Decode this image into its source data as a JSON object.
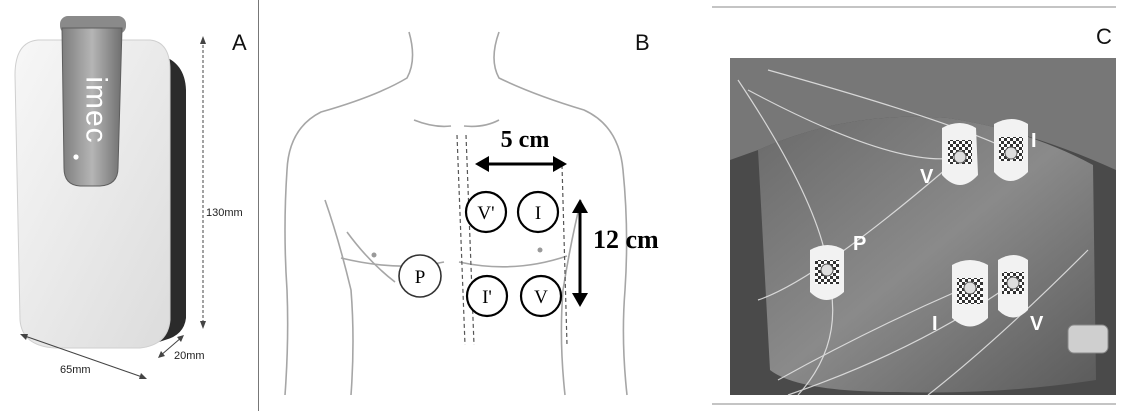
{
  "panel_a": {
    "label": "A",
    "brand": "imec",
    "height_label": "130mm",
    "width_label": "65mm",
    "depth_label": "20mm"
  },
  "panel_b": {
    "label": "B",
    "horizontal_distance": "5 cm",
    "vertical_distance": "12 cm",
    "electrodes": {
      "p": "P",
      "v_prime": "V'",
      "i_top": "I",
      "i_prime": "I'",
      "v_bottom": "V"
    }
  },
  "panel_c": {
    "label": "C",
    "markers": {
      "v_upper": "V",
      "i_upper": "I",
      "p": "P",
      "i_lower": "I",
      "v_lower": "V"
    }
  }
}
